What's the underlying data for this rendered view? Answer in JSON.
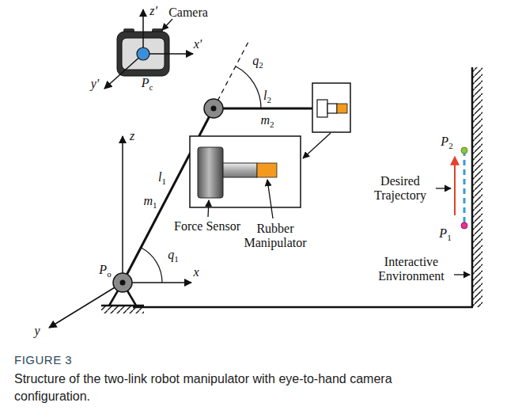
{
  "diagram": {
    "title": "FIGURE 3",
    "caption": "Structure of the two-link robot manipulator with eye-to-hand camera configuration.",
    "labels": [
      "Camera",
      "z'",
      "x'",
      "y'",
      "Pc",
      "q2",
      "l2",
      "m2",
      "z",
      "l1",
      "m1",
      "Force Sensor",
      "Rubber Manipulator",
      "Desired Trajectory",
      "P2",
      "P1",
      "Interactive Environment",
      "Po",
      "q1",
      "x",
      "y"
    ]
  }
}
